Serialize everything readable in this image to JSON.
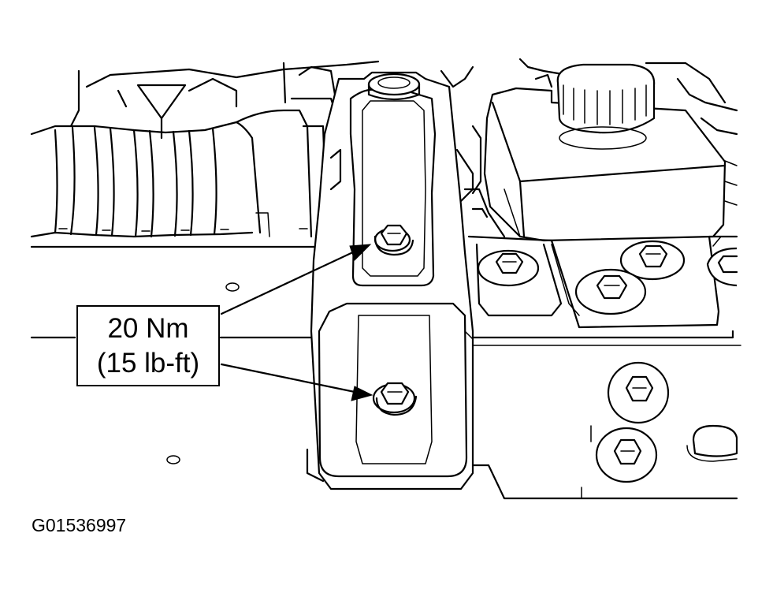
{
  "callout": {
    "torque_nm": "20 Nm",
    "torque_lbft": "(15 lb-ft)"
  },
  "figure_id": "G01536997"
}
